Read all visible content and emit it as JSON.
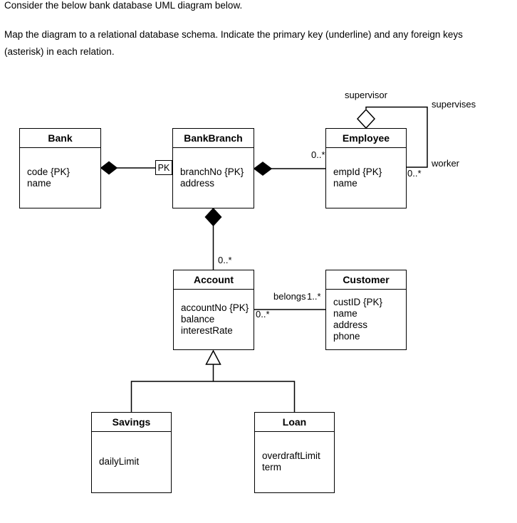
{
  "instructions": {
    "line1": "Consider the below bank database UML diagram below.",
    "line2": "Map the diagram to a relational database schema. Indicate the primary key (underline) and any foreign keys",
    "line3": "(asterisk) in each relation."
  },
  "diagram": {
    "classes": [
      {
        "name": "Bank",
        "attributes": [
          "code {PK}",
          "name"
        ]
      },
      {
        "name": "BankBranch",
        "attributes": [
          "branchNo {PK}",
          "address"
        ]
      },
      {
        "name": "Employee",
        "attributes": [
          "empId {PK}",
          "name"
        ]
      },
      {
        "name": "Account",
        "attributes": [
          "accountNo {PK}",
          "balance",
          "interestRate"
        ]
      },
      {
        "name": "Customer",
        "attributes": [
          "custID {PK}",
          "name",
          "address",
          "phone"
        ]
      },
      {
        "name": "Savings",
        "attributes": [
          "dailyLimit"
        ]
      },
      {
        "name": "Loan",
        "attributes": [
          "overdraftLimit",
          "term"
        ]
      }
    ],
    "qualifier": "PK",
    "labels": {
      "supervisor": "supervisor",
      "supervises": "supervises",
      "worker": "worker",
      "belongs": "belongs"
    },
    "multiplicities": {
      "bankbranch_employee": "0..*",
      "employee_worker": "0..*",
      "bankbranch_account": "0..*",
      "account_side": "0..*",
      "customer_side": "1..*"
    },
    "colors": {
      "line": "#000000",
      "fill": "#ffffff"
    }
  }
}
